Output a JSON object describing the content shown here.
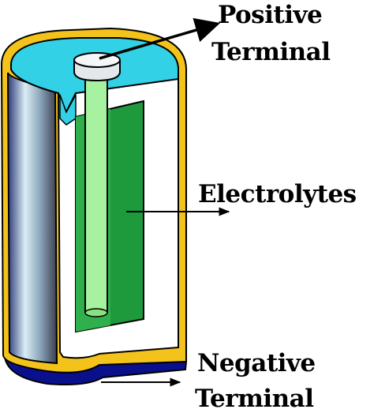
{
  "labels": {
    "positive_terminal": [
      "Positive",
      "Terminal"
    ],
    "electrolytes": "Electrolytes",
    "negative_terminal": [
      "Negative",
      "Terminal"
    ]
  },
  "colors": {
    "casing_outline": "#f3c21b",
    "electrolyte_top": "#33d1e6",
    "electrolyte_body": "#1e9a3c",
    "rod": "#a6f2a0",
    "terminal_cap": "#e4e8ea",
    "bottom_base": "#0a0f8c",
    "casing_gradient": [
      "#2c3a73",
      "#d7ecf5",
      "#3a3f52"
    ]
  }
}
